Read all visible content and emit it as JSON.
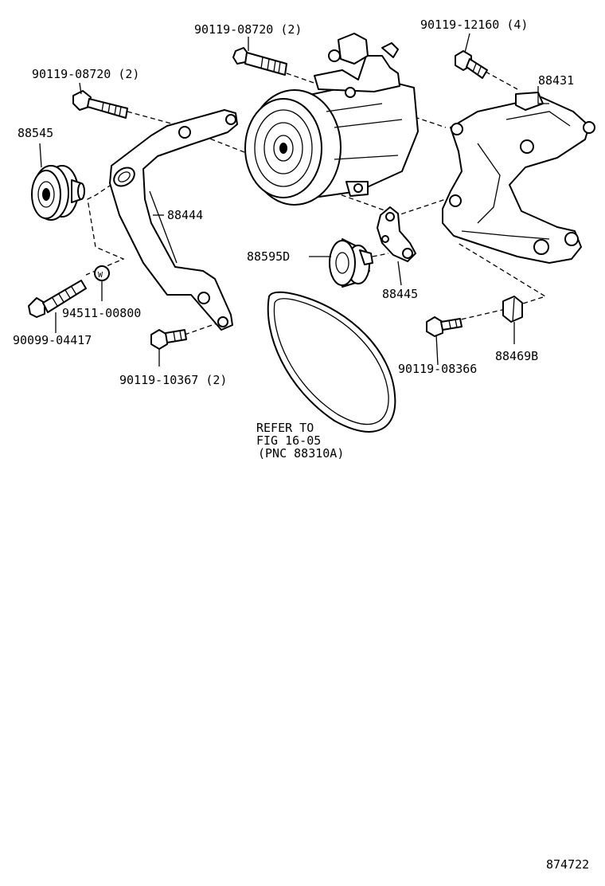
{
  "labels": {
    "p_90119_08720_top": "90119-08720 (2)",
    "p_90119_12160": "90119-12160 (4)",
    "p_90119_08720_left": "90119-08720 (2)",
    "p_88431": "88431",
    "p_88545": "88545",
    "p_88444": "88444",
    "p_88595d": "88595D",
    "p_88445": "88445",
    "p_94511_00800": "94511-00800",
    "p_90099_04417": "90099-04417",
    "p_90119_10367": "90119-10367 (2)",
    "p_90119_08366": "90119-08366",
    "p_88469b": "88469B",
    "washer_mark": "W",
    "refer_line1": "REFER TO",
    "refer_line2": "FIG 16-05",
    "refer_line3": "(PNC 88310A)",
    "figure_number": "874722"
  },
  "colors": {
    "line": "#000000",
    "background": "#ffffff"
  }
}
